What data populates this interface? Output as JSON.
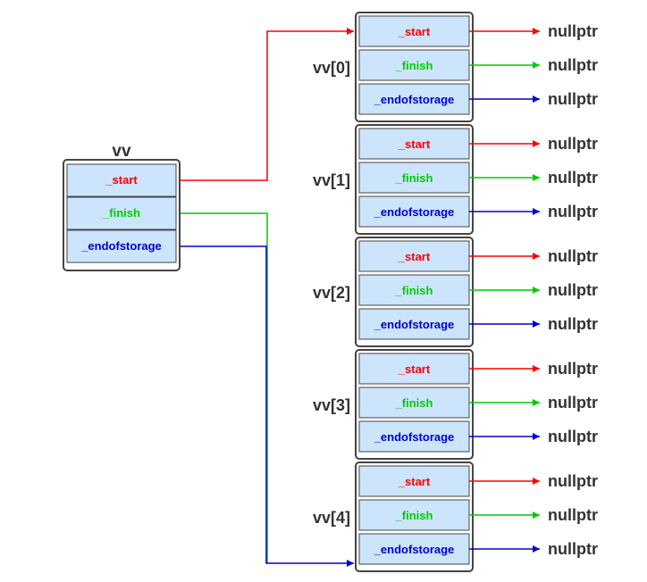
{
  "colors": {
    "start": "#ff0000",
    "finish": "#00cc00",
    "endofstorage": "#0000cc",
    "cell_fill": "#cce4fc",
    "border": "#444444",
    "label_text": "#333333"
  },
  "outer": {
    "title": "vv",
    "fields": [
      "_start",
      "_finish",
      "_endofstorage"
    ]
  },
  "elements": [
    {
      "label": "vv[0]",
      "fields": [
        "_start",
        "_finish",
        "_endofstorage"
      ],
      "targets": [
        "nullptr",
        "nullptr",
        "nullptr"
      ]
    },
    {
      "label": "vv[1]",
      "fields": [
        "_start",
        "_finish",
        "_endofstorage"
      ],
      "targets": [
        "nullptr",
        "nullptr",
        "nullptr"
      ]
    },
    {
      "label": "vv[2]",
      "fields": [
        "_start",
        "_finish",
        "_endofstorage"
      ],
      "targets": [
        "nullptr",
        "nullptr",
        "nullptr"
      ]
    },
    {
      "label": "vv[3]",
      "fields": [
        "_start",
        "_finish",
        "_endofstorage"
      ],
      "targets": [
        "nullptr",
        "nullptr",
        "nullptr"
      ]
    },
    {
      "label": "vv[4]",
      "fields": [
        "_start",
        "_finish",
        "_endofstorage"
      ],
      "targets": [
        "nullptr",
        "nullptr",
        "nullptr"
      ]
    }
  ]
}
